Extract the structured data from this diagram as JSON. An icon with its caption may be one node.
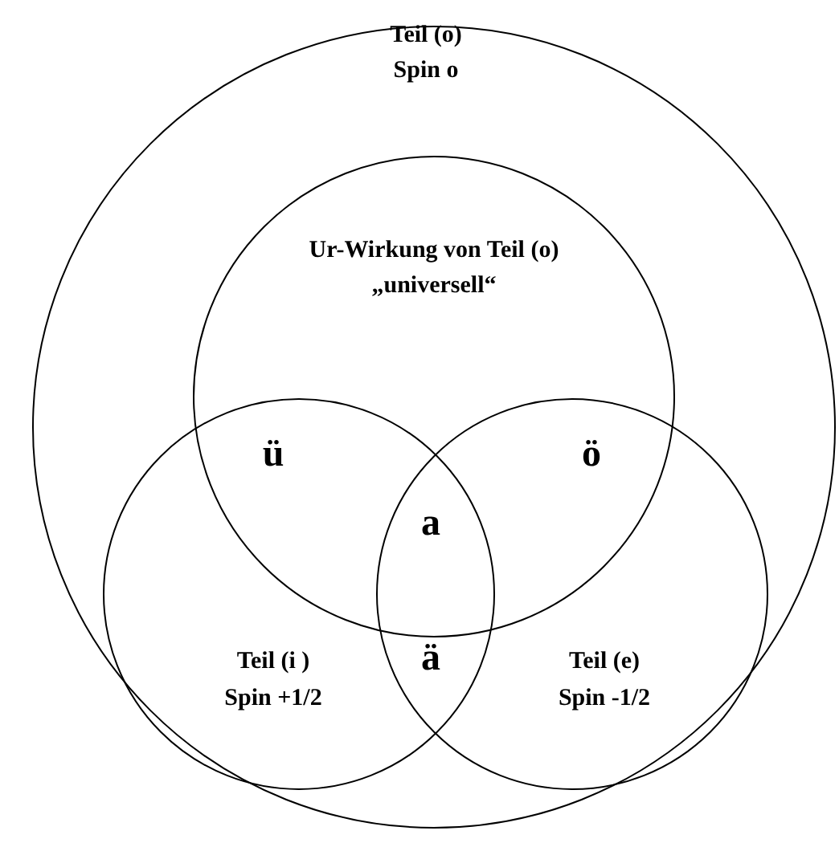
{
  "diagram": {
    "nodes": [
      {
        "text": [
          "Teil (o)",
          "Spin o"
        ]
      },
      {
        "text": [
          "Ur-Wirkung von Teil (o)",
          "„universell“"
        ],
        "in": 0
      },
      {
        "text": [
          "Teil (i )",
          "Spin +1/2"
        ],
        "in": 0
      },
      {
        "text": [
          "Teil (e)",
          "Spin -1/2"
        ],
        "in": 0
      }
    ],
    "labels": [
      "ü",
      "ö",
      "a",
      "ä"
    ]
  }
}
